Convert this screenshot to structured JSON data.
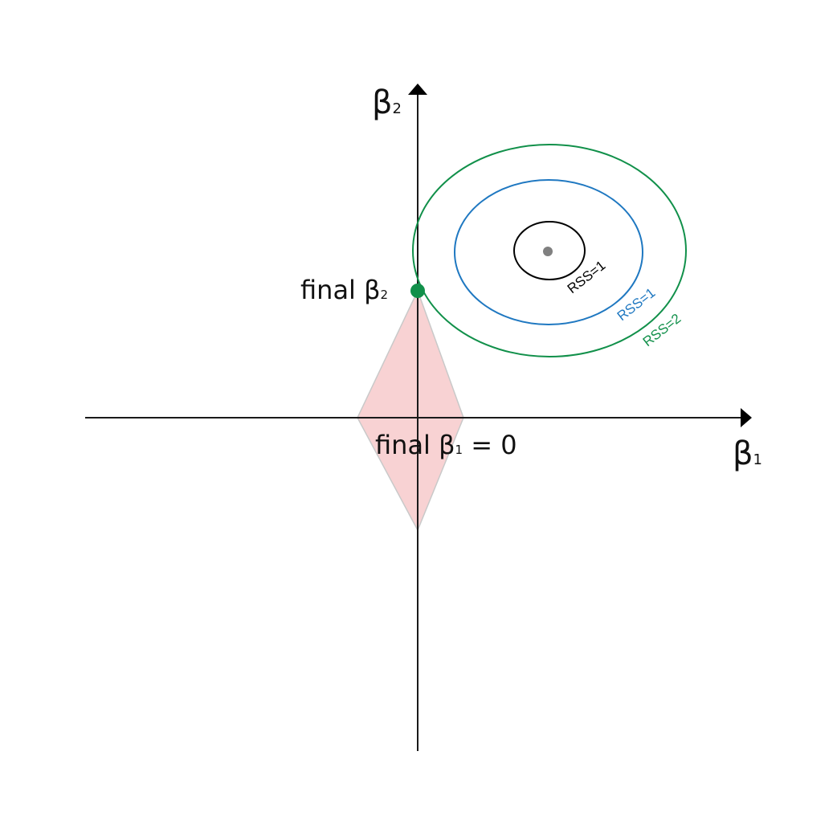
{
  "axes": {
    "x_label": "β",
    "x_subscript": "1",
    "y_label": "β",
    "y_subscript": "2"
  },
  "annotations": {
    "final_beta2_prefix": "final β",
    "final_beta2_subscript": "2",
    "final_beta1_prefix": "final β",
    "final_beta1_subscript": "1",
    "final_beta1_suffix": " = 0"
  },
  "contours": [
    {
      "label": "RSS=1",
      "color": "#000000"
    },
    {
      "label": "RSS=1",
      "color": "#1f78c1"
    },
    {
      "label": "RSS=2",
      "color": "#11904a"
    }
  ],
  "colors": {
    "constraint_fill": "#f8d2d3",
    "constraint_stroke": "#c9c9c9",
    "solution_point": "#11904a",
    "center_point": "#808080",
    "axis": "#000000"
  }
}
